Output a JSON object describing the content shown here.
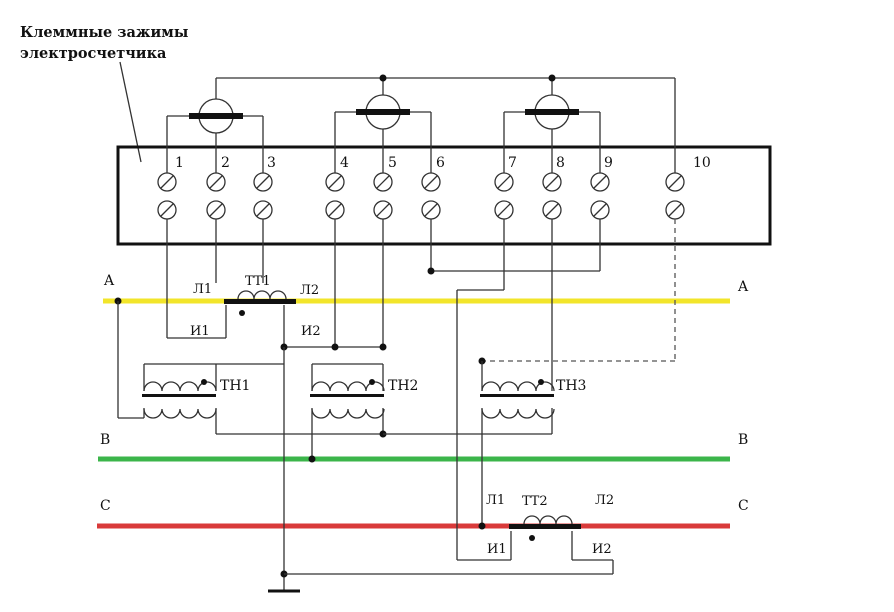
{
  "caption": {
    "line1": "Клеммные зажимы",
    "line2": "электросчетчика"
  },
  "terminals": [
    "1",
    "2",
    "3",
    "4",
    "5",
    "6",
    "7",
    "8",
    "9",
    "10"
  ],
  "phases": {
    "a_left": "A",
    "a_right": "A",
    "b_left": "B",
    "b_right": "B",
    "c_left": "C",
    "c_right": "C"
  },
  "phase_colors": {
    "a": "#f2e52a",
    "b": "#3bb54a",
    "c": "#d93a3a"
  },
  "current_transformers": {
    "tt1": {
      "name": "ТТ1",
      "l1": "Л1",
      "l2": "Л2",
      "i1": "И1",
      "i2": "И2"
    },
    "tt2": {
      "name": "ТТ2",
      "l1": "Л1",
      "l2": "Л2",
      "i1": "И1",
      "i2": "И2"
    }
  },
  "voltage_transformers": [
    "ТН1",
    "ТН2",
    "ТН3"
  ]
}
